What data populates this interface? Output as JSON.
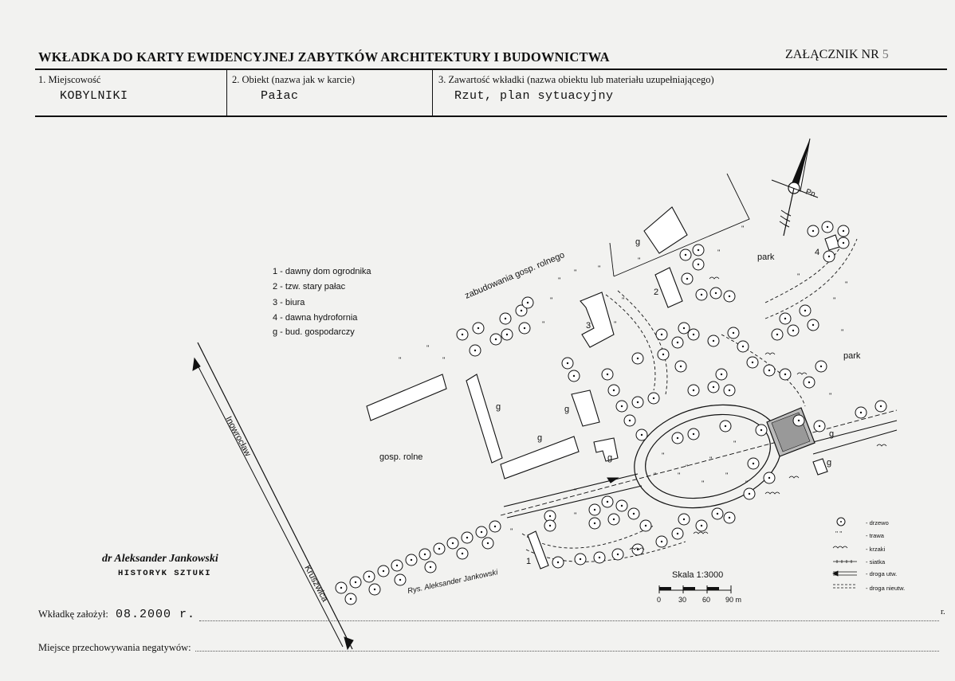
{
  "header": {
    "title": "WKŁADKA DO KARTY EWIDENCYJNEJ ZABYTKÓW ARCHITEKTURY I BUDOWNICTWA",
    "attachment_label": "ZAŁĄCZNIK NR",
    "attachment_number": "5"
  },
  "fields": [
    {
      "label": "1. Miejscowość",
      "value": "KOBYLNIKI"
    },
    {
      "label": "2. Obiekt (nazwa jak w karcie)",
      "value": "Pałac"
    },
    {
      "label": "3. Zawartość wkładki (nazwa obiektu lub materiału uzupełniającego)",
      "value": "Rzut, plan sytuacyjny"
    }
  ],
  "map": {
    "legend_list": [
      "1 - dawny dom ogrodnika",
      "2 - tzw. stary pałac",
      "3 - biura",
      "4 - dawna hydrofornia",
      "g - bud. gospodarczy"
    ],
    "north_label": "Pn",
    "area_labels": {
      "zabudowania": "zabudowania gosp. rolnego",
      "gosp_rolne": "gosp. rolne",
      "park1": "park",
      "park2": "park",
      "road_top": "Inowrocław",
      "road_bottom": "Kruszwica"
    },
    "building_labels": [
      "1",
      "2",
      "3",
      "4",
      "g",
      "g",
      "g",
      "g",
      "g",
      "g",
      "g"
    ],
    "signature": "Rys. Aleksander Jankowski",
    "scale_title": "Skala 1:3000",
    "scale_ticks": [
      "0",
      "30",
      "60",
      "90 m"
    ],
    "symbols_legend": [
      {
        "label": "- drzewo",
        "icon": "tree-symbol"
      },
      {
        "label": "- trawa",
        "icon": "grass-symbol"
      },
      {
        "label": "- krzaki",
        "icon": "bush-symbol"
      },
      {
        "label": "- siatka",
        "icon": "fence-symbol"
      },
      {
        "label": "- droga utw.",
        "icon": "paved-road-symbol"
      },
      {
        "label": "- droga nieutw.",
        "icon": "unpaved-road-symbol"
      }
    ]
  },
  "author": {
    "name": "dr Aleksander Jankowski",
    "title": "HISTORYK SZTUKI"
  },
  "footer": {
    "founded_label": "Wkładkę założył:",
    "founded_value": "08.2000 r.",
    "negatives_label": "Miejsce przechowywania negatywów:",
    "year_suffix": "r."
  }
}
